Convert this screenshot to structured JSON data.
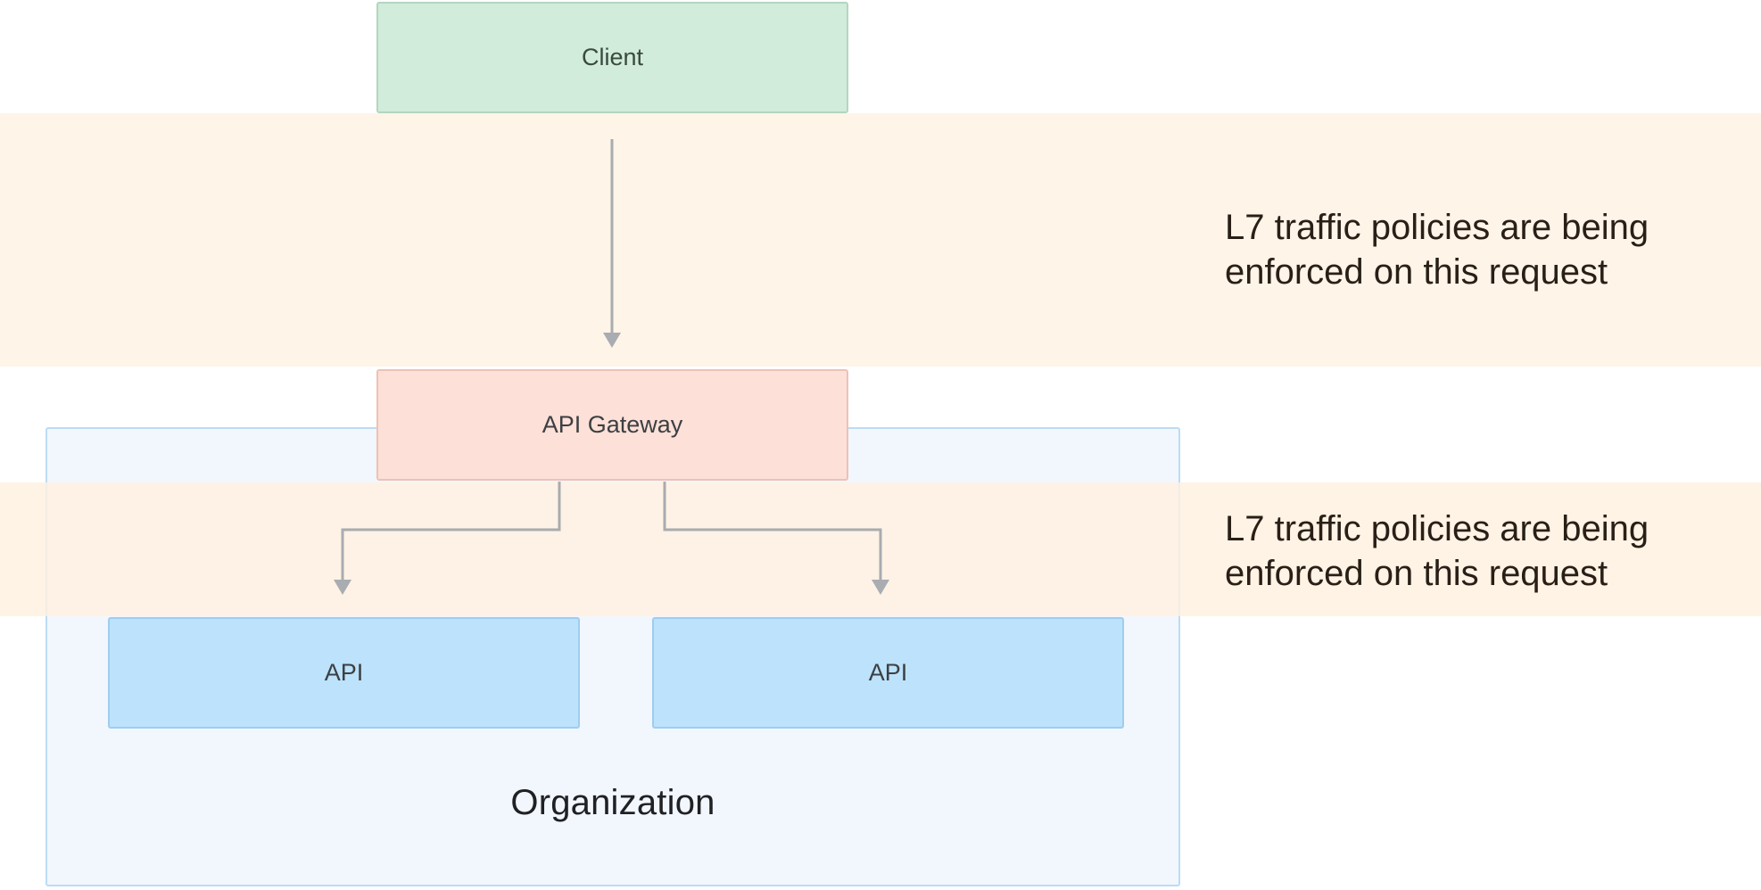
{
  "nodes": {
    "client": "Client",
    "gateway": "API Gateway",
    "api_left": "API",
    "api_right": "API"
  },
  "group": {
    "label": "Organization"
  },
  "annotations": {
    "top": "L7 traffic policies are being enforced on this request",
    "bottom": "L7 traffic policies are being enforced on this request"
  },
  "colors": {
    "client": "#d1ecda",
    "gateway": "#fde0d8",
    "api": "#bde2fb",
    "organization": "#f2f7fe",
    "policy_band": "#fef4e8",
    "connector": "#a9acb0"
  }
}
